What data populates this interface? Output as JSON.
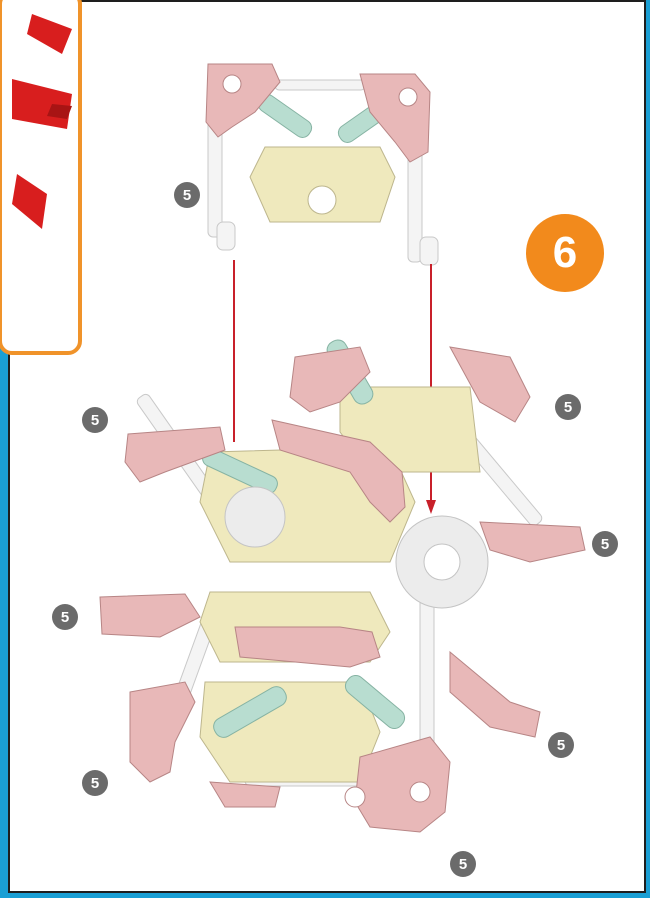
{
  "step": {
    "number": "6"
  },
  "quantities": {
    "q1": "5",
    "q2": "5",
    "q3": "5",
    "q4": "5",
    "q5": "5",
    "q6": "5",
    "q7": "5",
    "q8": "5"
  },
  "colors": {
    "background": "#1a9fd4",
    "frame_border": "#1e1e1e",
    "inset_border": "#f0932a",
    "step_badge": "#f28a1c",
    "quantity_badge": "#6b6b6b",
    "connector_pink": "#e8b8b8",
    "rod_white": "#f2f2f2",
    "part_yellow": "#efe9bd",
    "part_green": "#b8ddd0",
    "inset_part_red": "#d81e1e",
    "arrow_red": "#c8202a"
  }
}
